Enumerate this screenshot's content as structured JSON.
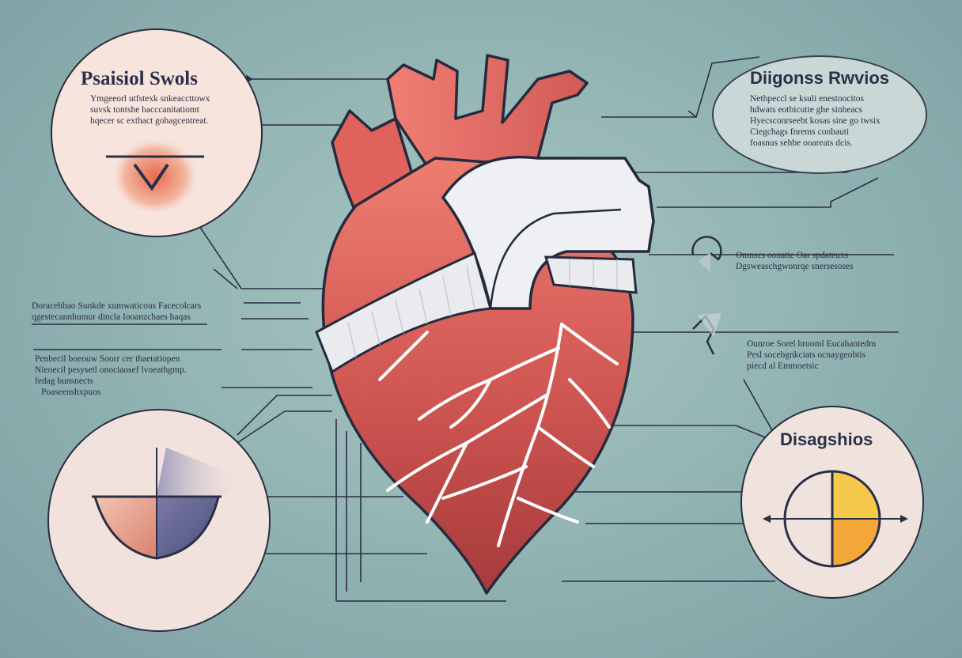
{
  "panels": {
    "top_left": {
      "title": "Psaisiol Swols",
      "lines": [
        "Ymgeeorl utfstexk snkeaccttowx",
        "suvsk tontshe bacccanitatiomt",
        "hqecer sc exthact gohagcentreat."
      ]
    },
    "top_right": {
      "title": "Diigonss Rwvios",
      "lines": [
        "Nethpeccl se ksuli enestoocitos",
        "hdwats eotbicutte ghe sinheacs",
        "Hyecsconrseebt kosas sine go twsix",
        "Ciegchags fnrems conbauti",
        "foasnus sehbe ooareats dcis."
      ]
    },
    "bottom_right": {
      "title": "Disagshios"
    }
  },
  "annotations": {
    "right_upper": [
      "Omnscs oonatie Oar spdateuxs",
      "Dgsweaschgwonrqe snersesoses"
    ],
    "right_lower": [
      "Ounroe Sorel hrooml Eucahantedm",
      "Pesl socebgnkciats ocnaygeobtis",
      "piecd al Emmoetsic"
    ],
    "left_upper": [
      "Doracehbao Sunkde xumwaticous Facecolcars",
      "qgestecannhumur dincla Iooanzchaes haqas"
    ],
    "left_lower": [
      "Penbecil boeouw Soorr cer thaetatiopen",
      "Nieoecil pesysetl onociaosef lvoeathgmp.",
      "fedag bunsnects",
      "Poaseenshxpuos"
    ]
  },
  "colors": {
    "heart_red": "#d55a55",
    "heart_dark": "#b2403f",
    "vessel_white": "#f2f4f6",
    "outline": "#2b2e3f",
    "accent_orange": "#f4a43a",
    "accent_purple": "#6d6d96"
  }
}
